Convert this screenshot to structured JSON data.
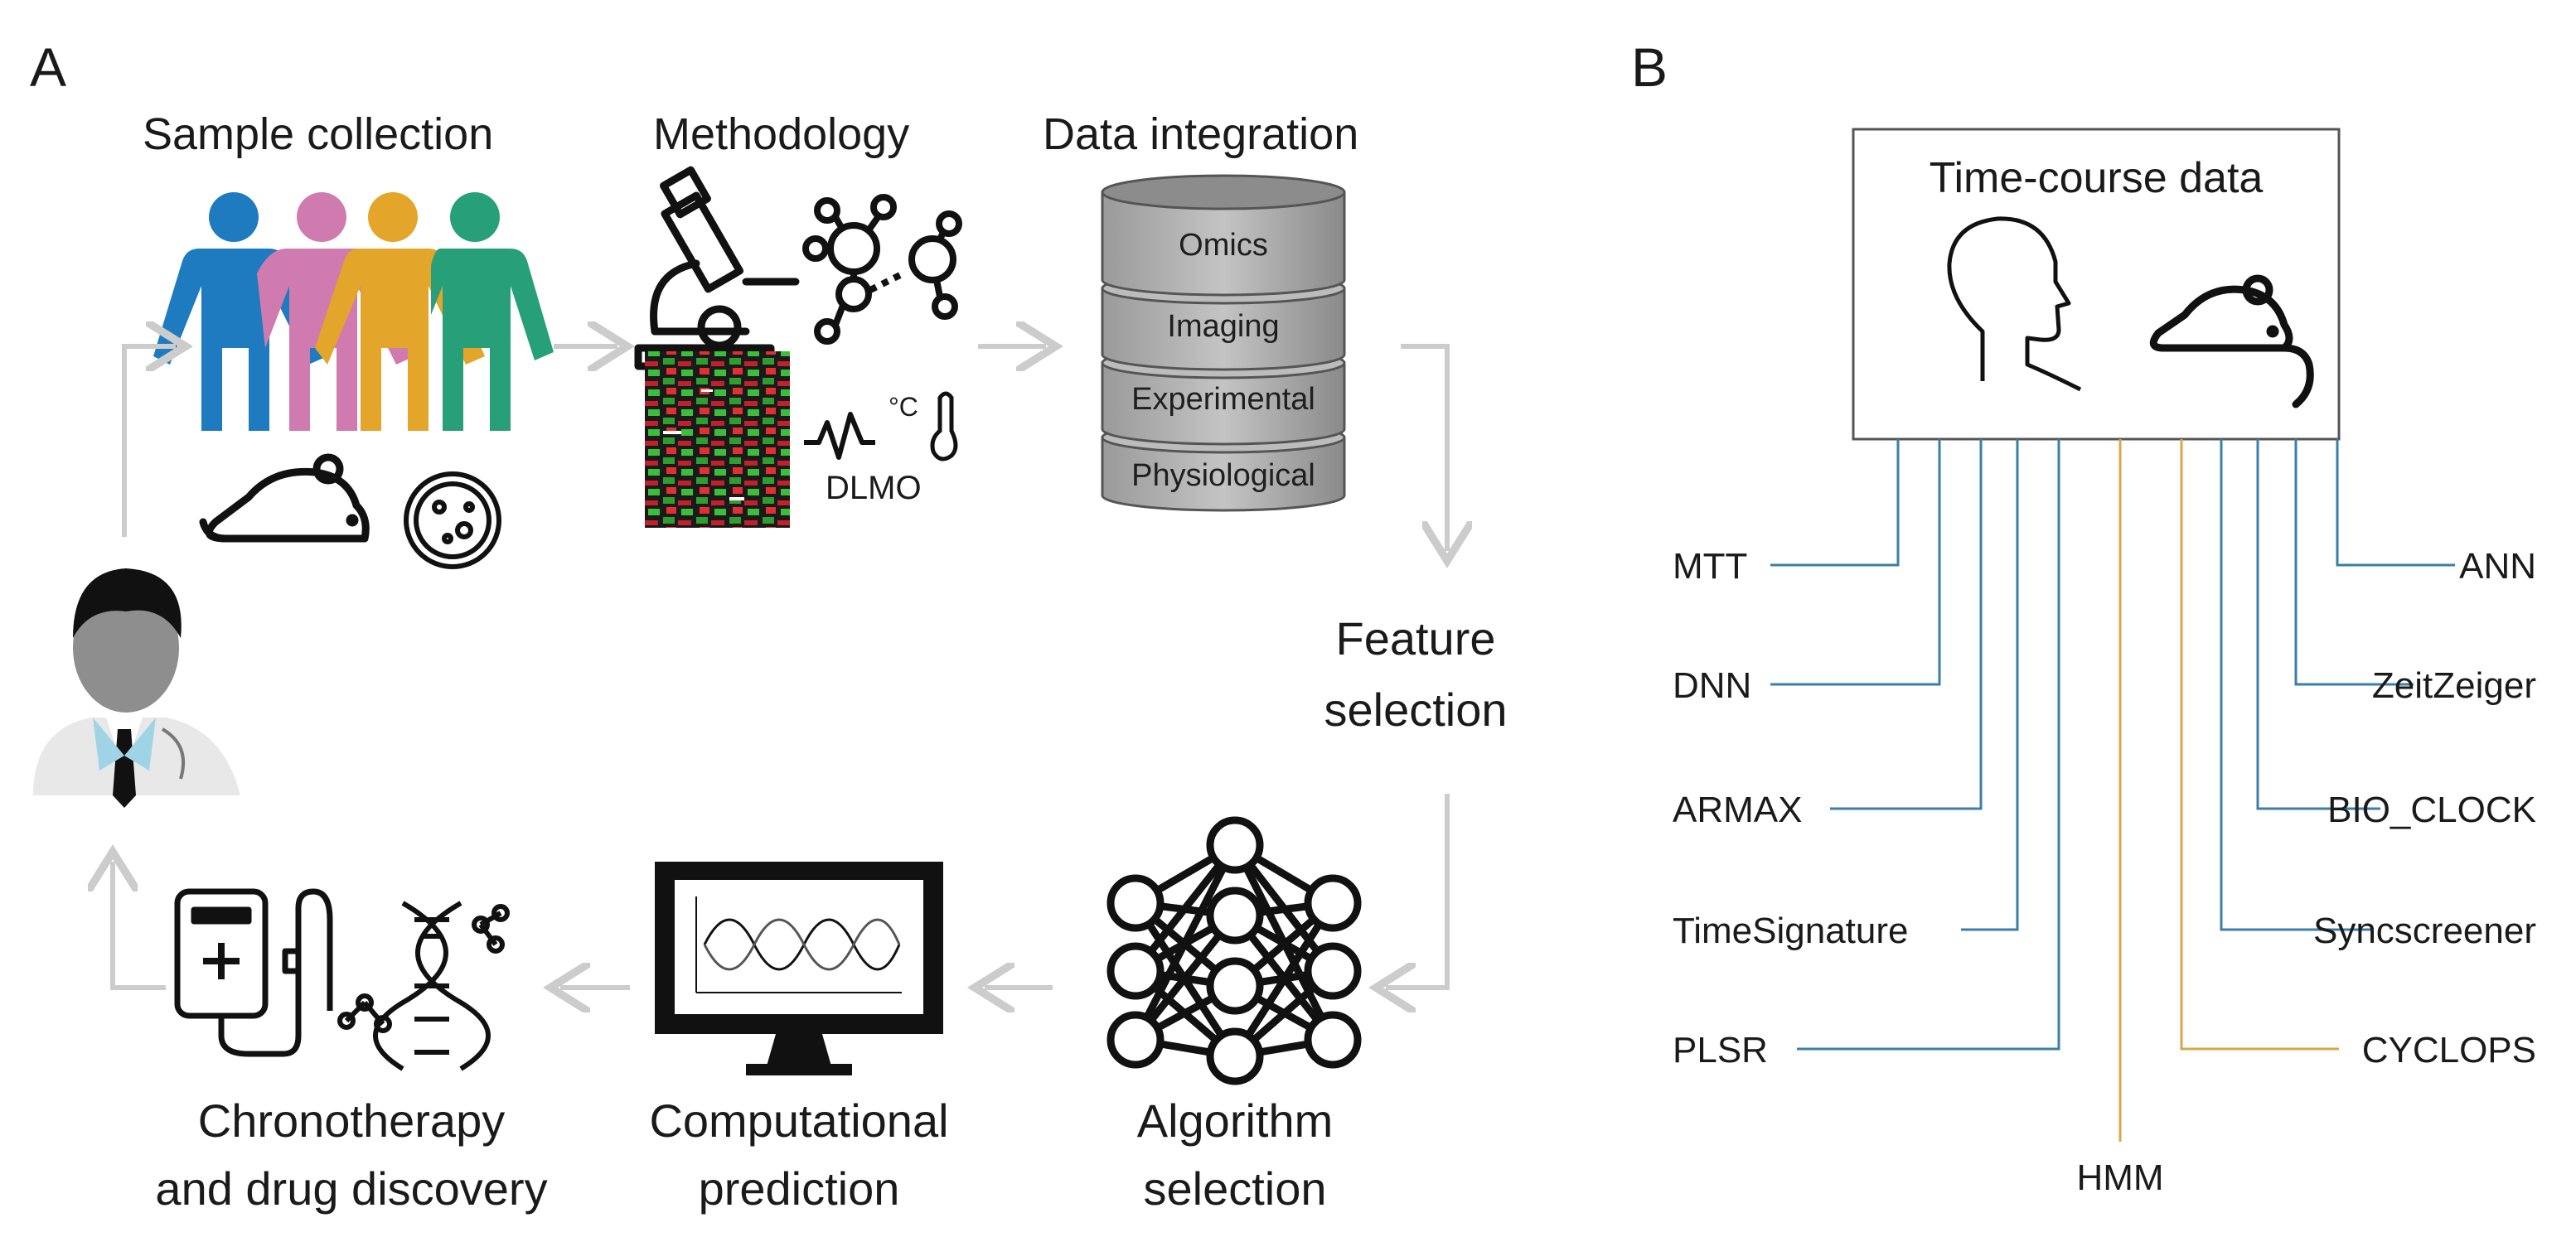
{
  "panel_a": {
    "letter": "A",
    "sample_collection": "Sample collection",
    "methodology": "Methodology",
    "dlmo": "DLMO",
    "celsius": "°C",
    "data_integration": "Data integration",
    "layers": [
      "Omics",
      "Imaging",
      "Experimental",
      "Physiological"
    ],
    "feature_selection": [
      "Feature",
      "selection"
    ],
    "algorithm_selection": [
      "Algorithm",
      "selection"
    ],
    "computational_prediction": [
      "Computational",
      "prediction"
    ],
    "chronotherapy": [
      "Chronotherapy",
      "and drug discovery"
    ],
    "people_colors": [
      "#1f7bbf",
      "#cf7bb0",
      "#e3a52a",
      "#27a07a"
    ],
    "arrow_color": "#cccccc"
  },
  "panel_b": {
    "letter": "B",
    "box_title": "Time-course data",
    "left_methods": [
      "MTT",
      "DNN",
      "ARMAX",
      "TimeSignature",
      "PLSR"
    ],
    "right_methods": [
      "ANN",
      "ZeitZeiger",
      "BIO_CLOCK",
      "Syncscreener",
      "CYCLOPS"
    ],
    "bottom_method": "HMM",
    "blue_line_color": "#3a7fa8",
    "gold_line_color": "#d9a74a"
  }
}
